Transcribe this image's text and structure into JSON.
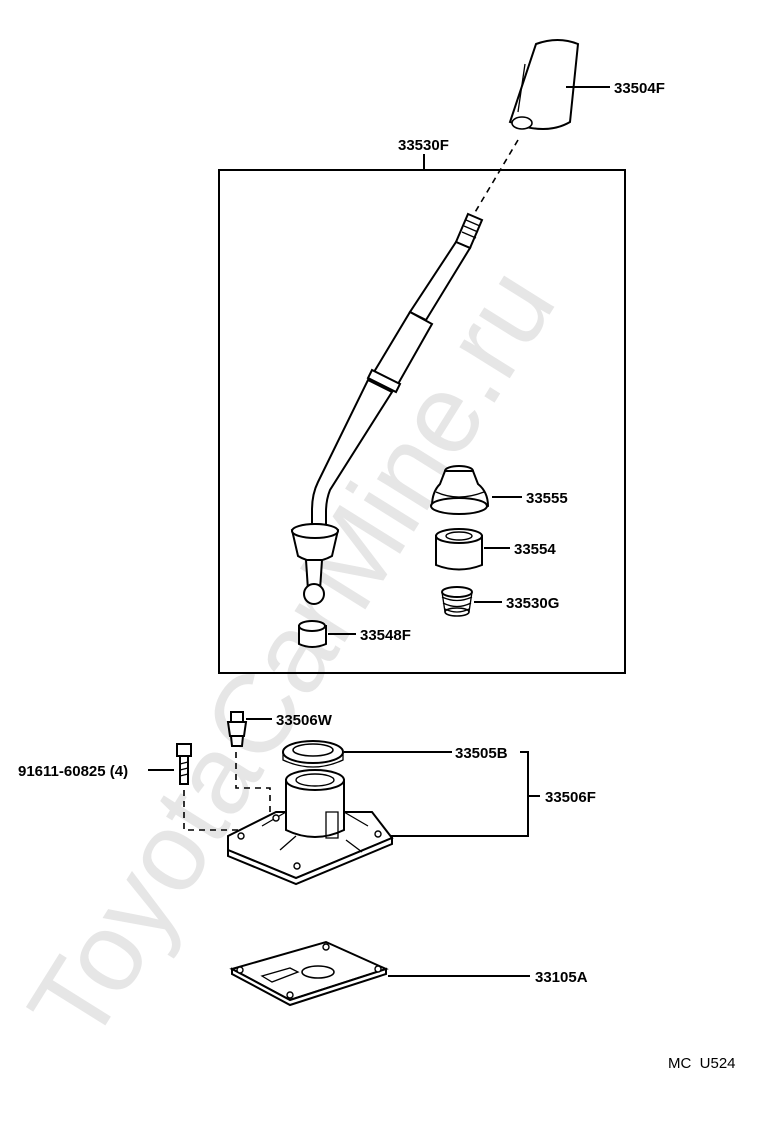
{
  "watermark": "ToyotaCarMine.ru",
  "footer_code": "MC  U524",
  "labels": {
    "knob": "33504F",
    "lever_assy": "33530F",
    "boot": "33555",
    "bushing": "33554",
    "spring": "33530G",
    "seat": "33548F",
    "bolt_single": "33506W",
    "bolt_set": "91611-60825 (4)",
    "retainer_ring": "33505B",
    "housing": "33506F",
    "cover_plate": "33105A"
  }
}
